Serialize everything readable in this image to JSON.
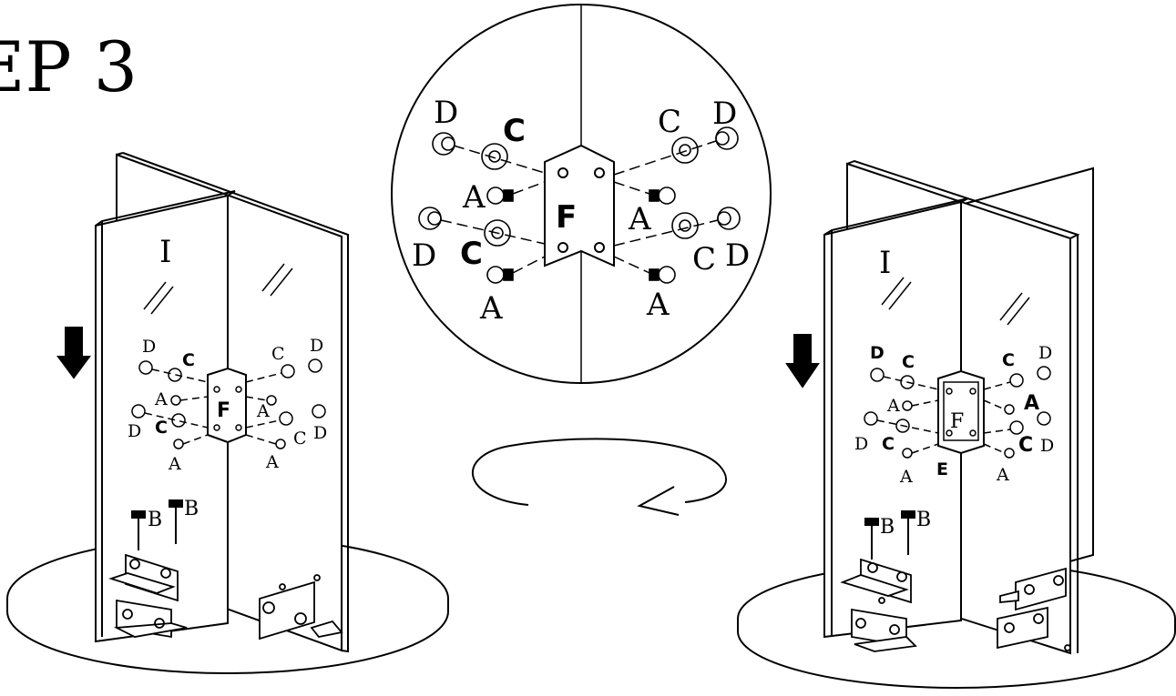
{
  "step": {
    "title": "EP  3"
  },
  "panel_label": "I",
  "labels": {
    "A": "A",
    "B": "B",
    "C": "C",
    "D": "D",
    "E": "E",
    "F": "F"
  },
  "colors": {
    "ink": "#000000",
    "background": "#ffffff"
  },
  "icons": [
    "down-arrow-icon",
    "rotate-arrow-icon",
    "glass-glare-icon",
    "screw-icon",
    "washer-icon",
    "bushing-icon",
    "bracket-icon"
  ]
}
